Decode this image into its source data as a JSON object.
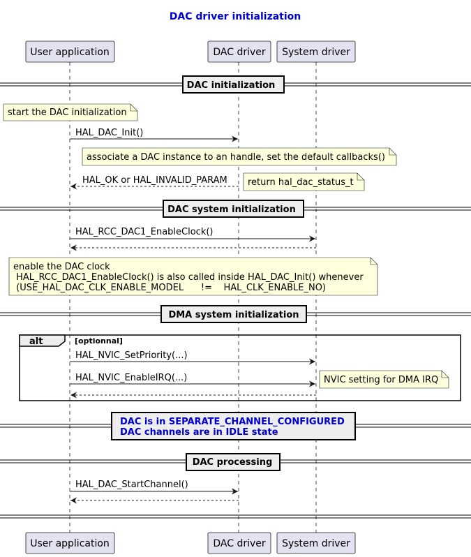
{
  "title": "DAC driver initialization",
  "colors": {
    "title": "#0000CD",
    "participant_fill": "#E2E2F0",
    "participant_border": "#181818",
    "note_fill": "#FEFFDD",
    "note_border": "#181818",
    "divider_fill": "#EEEEEE",
    "blue_text": "#0000CD"
  },
  "participants": {
    "user": "User application",
    "dac": "DAC driver",
    "sys": "System driver"
  },
  "sections": {
    "dac_init": "DAC initialization",
    "dac_sys_init": "DAC system initialization",
    "dma_sys_init": "DMA system initialization",
    "state_line1": "DAC is in SEPARATE_CHANNEL_CONFIGURED",
    "state_line2": "DAC channels are in IDLE state",
    "dac_processing": "DAC processing"
  },
  "notes": {
    "start_init": "start the DAC initialization",
    "associate": "associate a DAC instance to an handle, set the default callbacks()",
    "return_status": "return hal_dac_status_t",
    "enable_clock_1": "enable the DAC clock",
    "enable_clock_2": " HAL_RCC_DAC1_EnableClock() is also called inside HAL_DAC_Init() whenever",
    "enable_clock_3": " (USE_HAL_DAC_CLK_ENABLE_MODEL      !=    HAL_CLK_ENABLE_NO)",
    "nvic_setting": "NVIC setting for DMA IRQ"
  },
  "messages": {
    "hal_dac_init": "HAL_DAC_Init()",
    "hal_ok": "HAL_OK  or  HAL_INVALID_PARAM",
    "enable_clock": "HAL_RCC_DAC1_EnableClock()",
    "set_priority": "HAL_NVIC_SetPriority(...)",
    "enable_irq": "HAL_NVIC_EnableIRQ(...)",
    "start_channel": "HAL_DAC_StartChannel()"
  },
  "alt": {
    "label": "alt",
    "condition": "[optionnal]"
  }
}
